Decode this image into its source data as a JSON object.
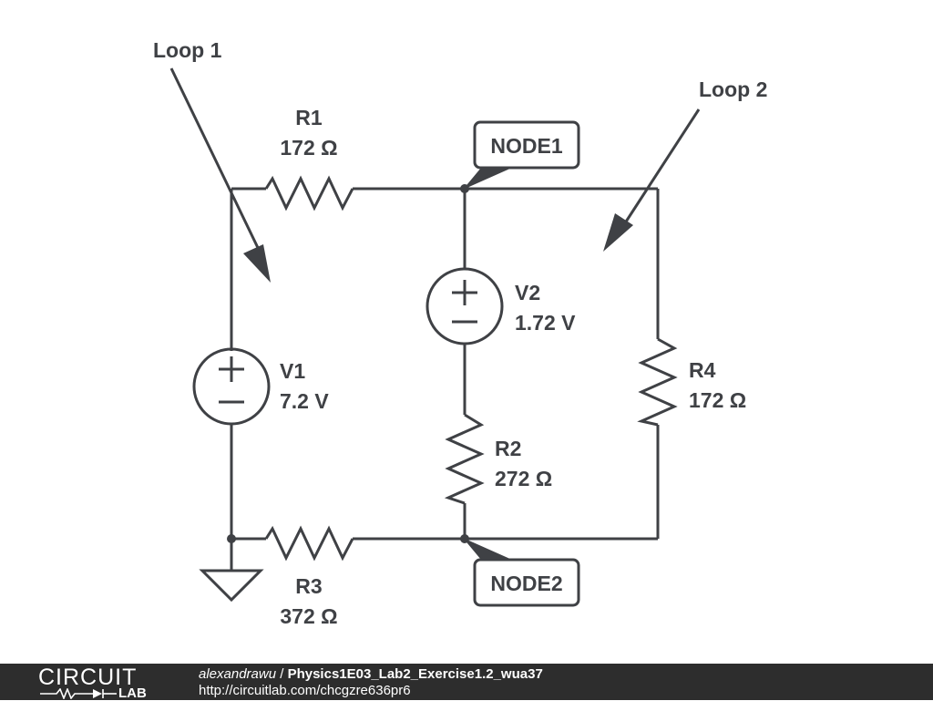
{
  "loops": [
    {
      "label": "Loop 1"
    },
    {
      "label": "Loop 2"
    }
  ],
  "components": {
    "R1": {
      "name": "R1",
      "value": "172 Ω"
    },
    "R2": {
      "name": "R2",
      "value": "272 Ω"
    },
    "R3": {
      "name": "R3",
      "value": "372 Ω"
    },
    "R4": {
      "name": "R4",
      "value": "172 Ω"
    },
    "V1": {
      "name": "V1",
      "value": "7.2 V"
    },
    "V2": {
      "name": "V2",
      "value": "1.72 V"
    }
  },
  "nodes": [
    {
      "label": "NODE1"
    },
    {
      "label": "NODE2"
    }
  ],
  "footer": {
    "logo_top": "CIRCUIT",
    "logo_bottom": "LAB",
    "author": "alexandrawu",
    "separator": " / ",
    "title": "Physics1E03_Lab2_Exercise1.2_wua37",
    "url": "http://circuitlab.com/chcgzre636pr6"
  },
  "colors": {
    "ink": "#3f4145",
    "footer_bg": "#2d2d2d",
    "footer_text": "#ffffff"
  }
}
